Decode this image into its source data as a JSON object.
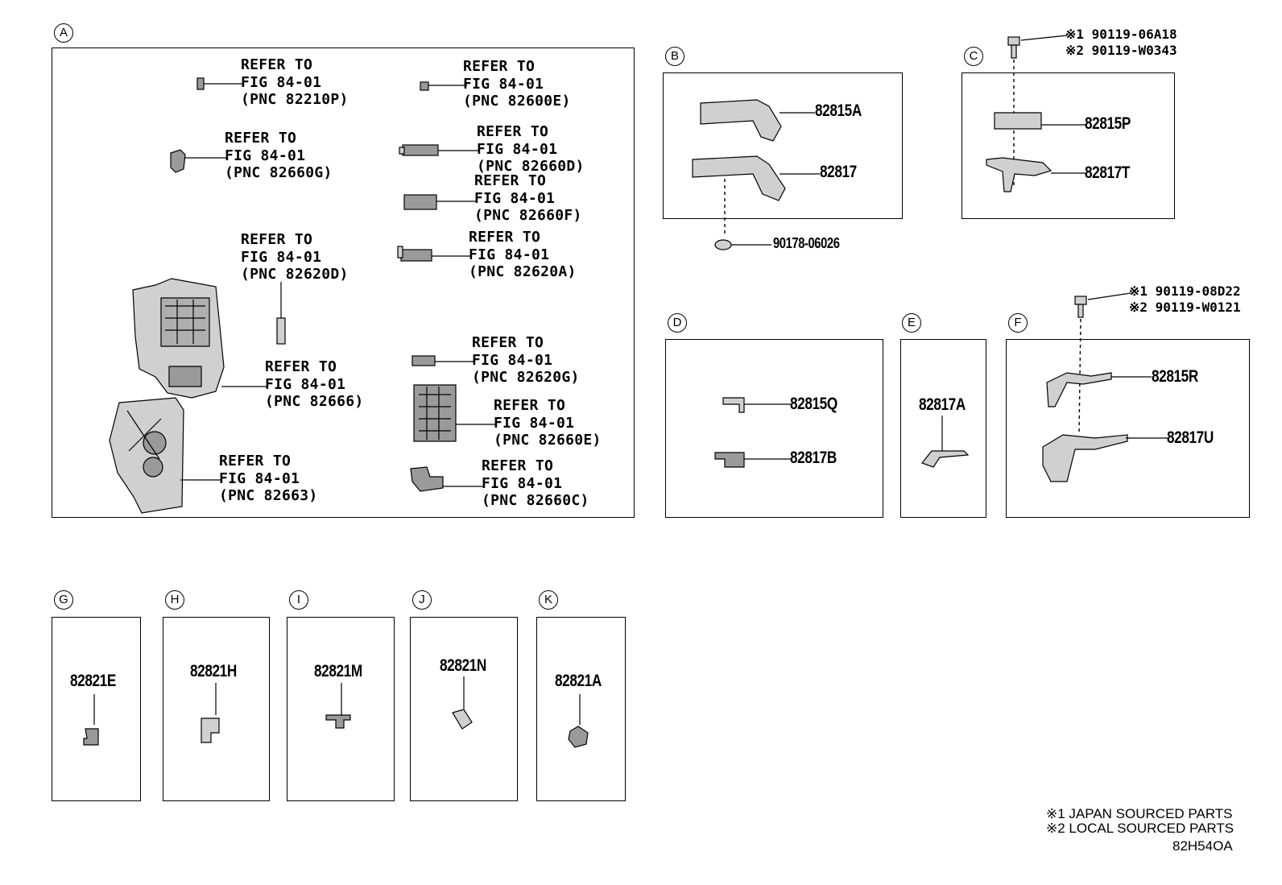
{
  "sections": {
    "A": {
      "label": "A"
    },
    "B": {
      "label": "B",
      "parts": [
        "82815A",
        "82817",
        "90178-06026"
      ]
    },
    "C": {
      "label": "C",
      "parts": [
        "82815P",
        "82817T"
      ],
      "notes": [
        "※1 90119-06A18",
        "※2 90119-W0343"
      ]
    },
    "D": {
      "label": "D",
      "parts": [
        "82815Q",
        "82817B"
      ]
    },
    "E": {
      "label": "E",
      "parts": [
        "82817A"
      ]
    },
    "F": {
      "label": "F",
      "parts": [
        "82815R",
        "82817U"
      ],
      "notes": [
        "※1 90119-08D22",
        "※2 90119-W0121"
      ]
    },
    "G": {
      "label": "G",
      "parts": [
        "82821E"
      ]
    },
    "H": {
      "label": "H",
      "parts": [
        "82821H"
      ]
    },
    "I": {
      "label": "I",
      "parts": [
        "82821M"
      ]
    },
    "J": {
      "label": "J",
      "parts": [
        "82821N"
      ]
    },
    "K": {
      "label": "K",
      "parts": [
        "82821A"
      ]
    }
  },
  "refers": [
    {
      "l1": "REFER TO",
      "l2": "FIG 84-01",
      "l3": "(PNC 82210P)"
    },
    {
      "l1": "REFER TO",
      "l2": "FIG 84-01",
      "l3": "(PNC 82600E)"
    },
    {
      "l1": "REFER TO",
      "l2": "FIG 84-01",
      "l3": "(PNC 82660G)"
    },
    {
      "l1": "REFER TO",
      "l2": "FIG 84-01",
      "l3": "(PNC 82660D)"
    },
    {
      "l1": "REFER TO",
      "l2": "FIG 84-01",
      "l3": "(PNC 82660F)"
    },
    {
      "l1": "REFER TO",
      "l2": "FIG 84-01",
      "l3": "(PNC 82620D)"
    },
    {
      "l1": "REFER TO",
      "l2": "FIG 84-01",
      "l3": "(PNC 82620A)"
    },
    {
      "l1": "REFER TO",
      "l2": "FIG 84-01",
      "l3": "(PNC 82666)"
    },
    {
      "l1": "REFER TO",
      "l2": "FIG 84-01",
      "l3": "(PNC 82620G)"
    },
    {
      "l1": "REFER TO",
      "l2": "FIG 84-01",
      "l3": "(PNC 82660E)"
    },
    {
      "l1": "REFER TO",
      "l2": "FIG 84-01",
      "l3": "(PNC 82663)"
    },
    {
      "l1": "REFER TO",
      "l2": "FIG 84-01",
      "l3": "(PNC 82660C)"
    }
  ],
  "footer": {
    "note1": "※1 JAPAN SOURCED PARTS",
    "note2": "※2 LOCAL SOURCED PARTS",
    "code": "82H54OA"
  }
}
